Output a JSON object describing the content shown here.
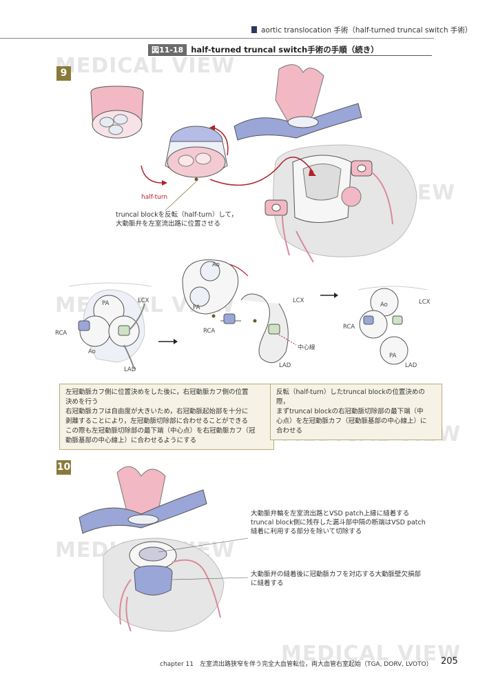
{
  "header": {
    "text": "aortic translocation 手術（half-turned truncal switch 手術）"
  },
  "figure": {
    "number": "図11-18",
    "title": "half-turned truncal switch手術の手順（続き）"
  },
  "watermark": "MEDICAL VIEW",
  "step9": {
    "number": "9",
    "half_turn_label": "half-turn",
    "annotation": [
      "truncal blockを反転（half-turn）して，",
      "大動脈弁を左室流出路に位置させる"
    ],
    "labels": {
      "pa": "PA",
      "ao": "Ao",
      "lcx": "LCX",
      "rca": "RCA",
      "lad": "LAD",
      "center_line": "中心線"
    },
    "box_left": [
      "左冠動脈カフ側に位置決めをした後に，右冠動脈カフ側の位置",
      "決めを行う",
      "右冠動脈カフは自由度が大きいため，右冠動脈起始部を十分に",
      "剥離することにより，左冠動脈切除部に合わせることができる",
      "この際も左冠動脈切除部の最下端（中心点）を右冠動脈カフ（冠",
      "動脈基部の中心線上）に合わせるようにする"
    ],
    "box_right": [
      "反転（half-turn）したtruncal blockの位置決めの際，",
      "まずtruncal blockの右冠動脈切除部の最下端（中",
      "心点）を左冠動脈カフ（冠動脈基部の中心線上）に",
      "合わせる"
    ]
  },
  "step10": {
    "number": "10",
    "annotation1": [
      "大動脈弁輪を左室流出路とVSD patch上縁に縫着する",
      "truncal block側に残存した漏斗部中隔の断端はVSD patch",
      "縫着に利用する部分を除いて切除する"
    ],
    "annotation2": [
      "大動脈弁の縫着後に冠動脈カフを対応する大動脈壁欠損部",
      "に縫着する"
    ]
  },
  "footer": {
    "chapter": "chapter 11　左室流出路狭窄を伴う完全大血管転位，両大血管右室起始（TGA, DORV, LVOTO）",
    "page": "205"
  },
  "colors": {
    "accent_step": "#8a7a3a",
    "arrow_red": "#b0202a",
    "aorta_pink": "#f2b8c3",
    "vein_blue": "#9aa6d8"
  }
}
